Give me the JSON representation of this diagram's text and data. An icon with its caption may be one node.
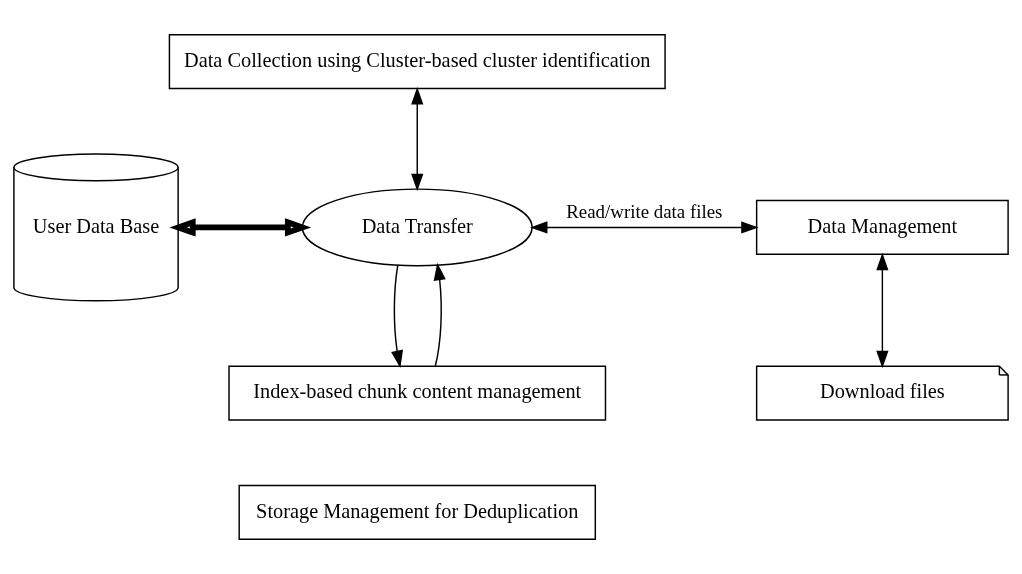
{
  "diagram": {
    "nodes": [
      {
        "text": [
          "Data Collection using Cluster-based cluster identification"
        ]
      },
      {
        "text": [
          "User Data Base"
        ]
      },
      {
        "text": [
          "Data Transfer"
        ]
      },
      {
        "text": [
          "Data Management"
        ]
      },
      {
        "text": [
          "Download files"
        ]
      },
      {
        "text": [
          "Index-based chunk content management"
        ]
      },
      {
        "text": [
          "Storage Management for Deduplication"
        ]
      }
    ],
    "edges": [
      {
        "from": 0,
        "to": 2,
        "arrow": "both"
      },
      {
        "from": 1,
        "to": 2,
        "arrow": "both",
        "style": "thick"
      },
      {
        "from": 2,
        "to": 3,
        "arrow": "both",
        "label": "Read/write data files"
      },
      {
        "from": 3,
        "to": 4,
        "arrow": "both"
      },
      {
        "from": 2,
        "to": 5,
        "arrow": "to"
      },
      {
        "from": 5,
        "to": 2,
        "arrow": "to"
      }
    ]
  }
}
